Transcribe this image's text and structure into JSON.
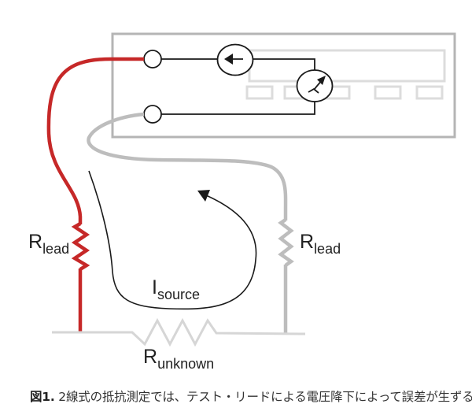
{
  "diagram": {
    "title": "2-wire resistance measurement",
    "colors": {
      "red_lead": "#c62828",
      "gray_lead": "#bdbdbd",
      "instrument_outline": "#b5b5b5",
      "panel_outline": "#dcdcdc",
      "circuit_line": "#1a1a1a"
    },
    "labels": {
      "r_lead_left": {
        "main": "R",
        "sub": "lead"
      },
      "r_lead_right": {
        "main": "R",
        "sub": "lead"
      },
      "i_source": {
        "main": "I",
        "sub": "source"
      },
      "r_unknown": {
        "main": "R",
        "sub": "unknown"
      }
    },
    "symbols": {
      "current_source": "current-source-arrow-icon",
      "voltmeter": "voltmeter-needle-icon",
      "terminals": [
        "terminal-hi",
        "terminal-lo"
      ]
    }
  },
  "caption": {
    "figure_label": "図1.",
    "text": " 2線式の抵抗測定では、テスト・リードによる電圧降下によって誤差が生ずる"
  }
}
